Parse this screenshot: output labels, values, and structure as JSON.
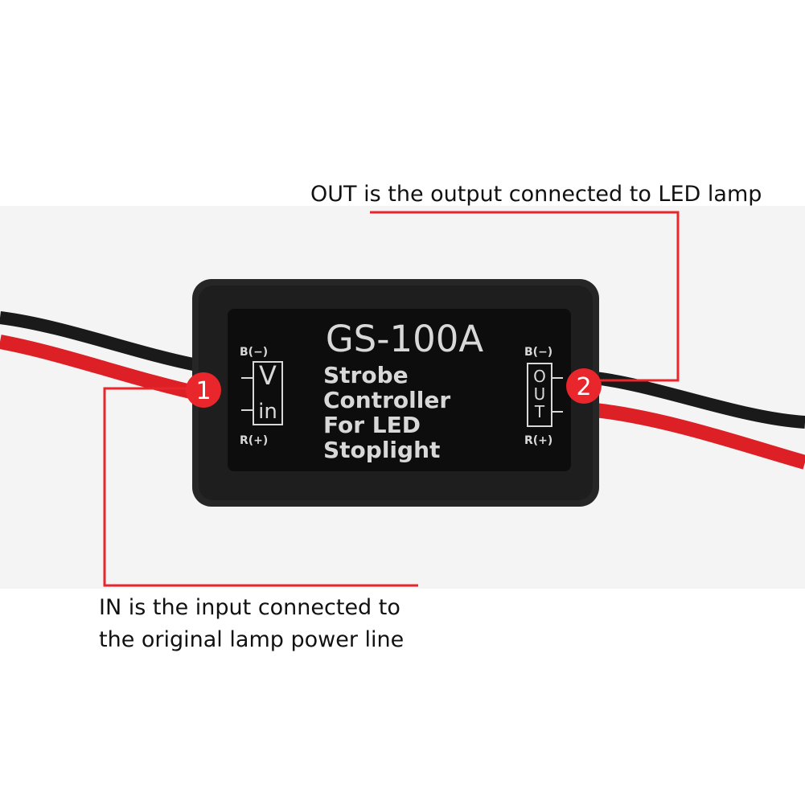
{
  "module": {
    "model": "GS-100A",
    "description_lines": [
      "Strobe",
      "Controller",
      "For LED",
      "Stoplight"
    ],
    "left_port": {
      "top_label": "B(−)",
      "bottom_label": "R(+)",
      "letters": [
        "V",
        "in"
      ]
    },
    "right_port": {
      "top_label": "B(−)",
      "bottom_label": "R(+)",
      "letters": [
        "O",
        "U",
        "T"
      ]
    }
  },
  "markers": {
    "input": "1",
    "output": "2"
  },
  "callouts": {
    "output": "OUT is the output connected to LED lamp",
    "input_line1": "IN is the input connected to",
    "input_line2": "the original lamp power line"
  },
  "colors": {
    "accent_red": "#e8262b",
    "housing": "#1c1c1c",
    "wire_red": "#dd1f26",
    "wire_black": "#1a1a1a"
  }
}
